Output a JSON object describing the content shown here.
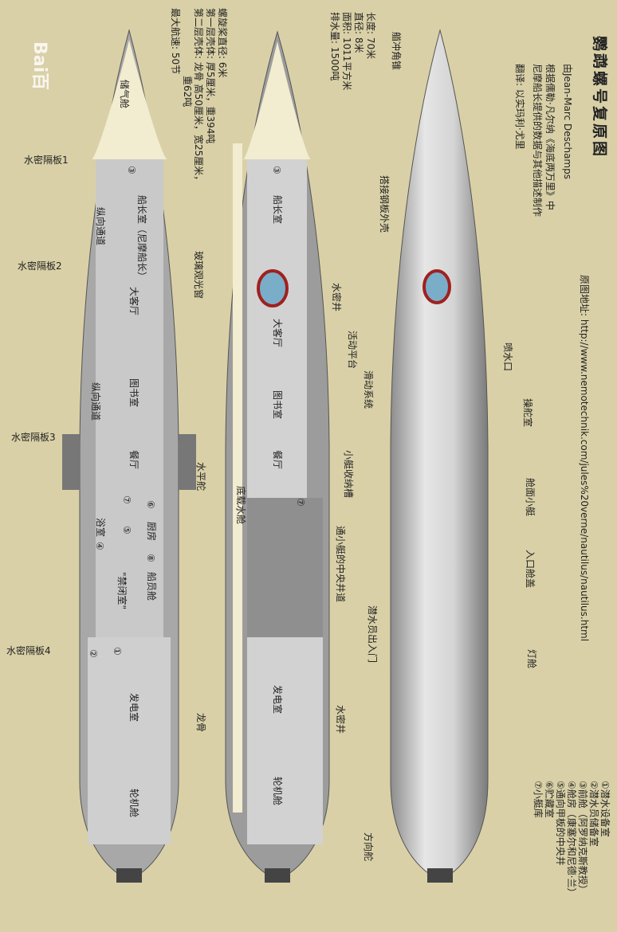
{
  "header": {
    "title": "鹦鹉螺号复原图",
    "author": "由Jean-Marc Deschamps",
    "source1": "根据儒勒·凡尔纳《海底两万里》中",
    "source2": "尼摩船长提供的数据与其他描述制作",
    "translator": "翻译: 以实玛利·尤里",
    "url": "原图地址: http://www.nemotechnik.com/jules%20verne/nautilus/nautilus.html"
  },
  "specs": {
    "length": "长度: 70米",
    "diameter": "直径: 8米",
    "area": "面积: 1011平方米",
    "displacement": "排水量: 1500吨",
    "propeller": "螺旋桨直径: 6米",
    "hull1": "第一层壳体: 厚5厘米，重394吨",
    "hull2": "第二层壳体: 龙骨 高50厘米，宽25厘米，",
    "hull2b": "重62吨",
    "speed": "最大航速: 50节"
  },
  "legend": [
    "①潜水设备室",
    "②潜水员储备室",
    "③前舱（阿罗纳克斯教授）",
    "④舱房（康塞尔和尼德·兰）",
    "⑤通向甲板的中央井",
    "⑥贮藏室",
    "⑦小艇库"
  ],
  "left_labels": {
    "b1": "水密隔板1",
    "b2": "水密隔板2",
    "b3": "水密隔板3",
    "b4": "水密隔板4",
    "air": "储气舱",
    "captain": "船长室（尼摩船长）",
    "corridor1": "纵向通道",
    "salon": "大客厅",
    "corridor2": "纵向通道",
    "library": "图书室",
    "dining": "餐厅",
    "kitchen": "厨房",
    "bath": "浴室",
    "crew": "船员舱",
    "brig": "\"禁闭室\"",
    "power": "发电室",
    "engine": "轮机舱",
    "n3": "③",
    "n1": "①",
    "n2": "②",
    "n4": "④",
    "n5": "⑤",
    "n6": "⑥",
    "n7": "⑦",
    "n8": "⑧"
  },
  "mid_labels": {
    "captain": "船长室",
    "salon": "大客厅",
    "library": "图书室",
    "dining": "餐厅",
    "ballast": "底载水舱",
    "power": "发电室",
    "engine": "轮机舱",
    "n3": "③",
    "n7": "⑦",
    "window": "玻璃观光窗",
    "well1": "水密井",
    "platform": "活动平台",
    "slide": "滑动系统",
    "boat_slot": "小艇收纳槽",
    "shaft": "通小艇的中央井道",
    "well2": "水密井",
    "keel": "龙骨",
    "rudder_h": "水平舵"
  },
  "right_labels": {
    "ram": "艏冲角锥",
    "hull": "搭接钢板外壳",
    "spout": "喷水口",
    "wheel": "操舵室",
    "boat": "舱面小艇",
    "hatch": "入口舱盖",
    "lamp": "灯舱",
    "diver": "潜水员出入门",
    "rudder": "方向舵"
  },
  "watermark": "Bai百"
}
